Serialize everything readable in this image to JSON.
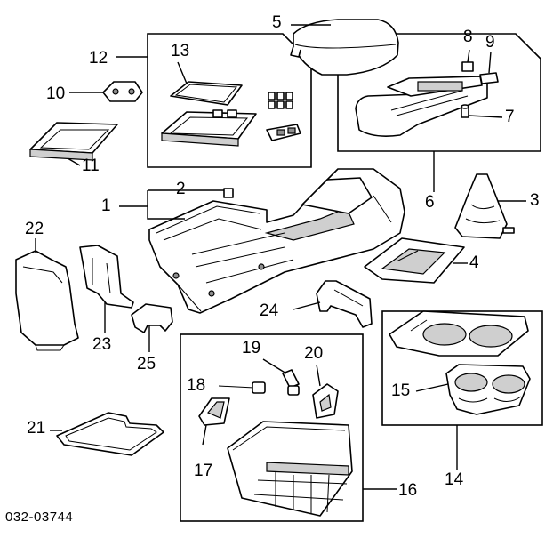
{
  "document_code": "032-03744",
  "callouts": [
    {
      "id": "c1",
      "text": "1"
    },
    {
      "id": "c2",
      "text": "2"
    },
    {
      "id": "c3",
      "text": "3"
    },
    {
      "id": "c4",
      "text": "4"
    },
    {
      "id": "c5",
      "text": "5"
    },
    {
      "id": "c6",
      "text": "6"
    },
    {
      "id": "c7",
      "text": "7"
    },
    {
      "id": "c8",
      "text": "8"
    },
    {
      "id": "c9",
      "text": "9"
    },
    {
      "id": "c10",
      "text": "10"
    },
    {
      "id": "c11",
      "text": "11"
    },
    {
      "id": "c12",
      "text": "12"
    },
    {
      "id": "c13",
      "text": "13"
    },
    {
      "id": "c14",
      "text": "14"
    },
    {
      "id": "c15",
      "text": "15"
    },
    {
      "id": "c16",
      "text": "16"
    },
    {
      "id": "c17",
      "text": "17"
    },
    {
      "id": "c18",
      "text": "18"
    },
    {
      "id": "c19",
      "text": "19"
    },
    {
      "id": "c20",
      "text": "20"
    },
    {
      "id": "c21",
      "text": "21"
    },
    {
      "id": "c22",
      "text": "22"
    },
    {
      "id": "c23",
      "text": "23"
    },
    {
      "id": "c24",
      "text": "24"
    },
    {
      "id": "c25",
      "text": "25"
    }
  ]
}
